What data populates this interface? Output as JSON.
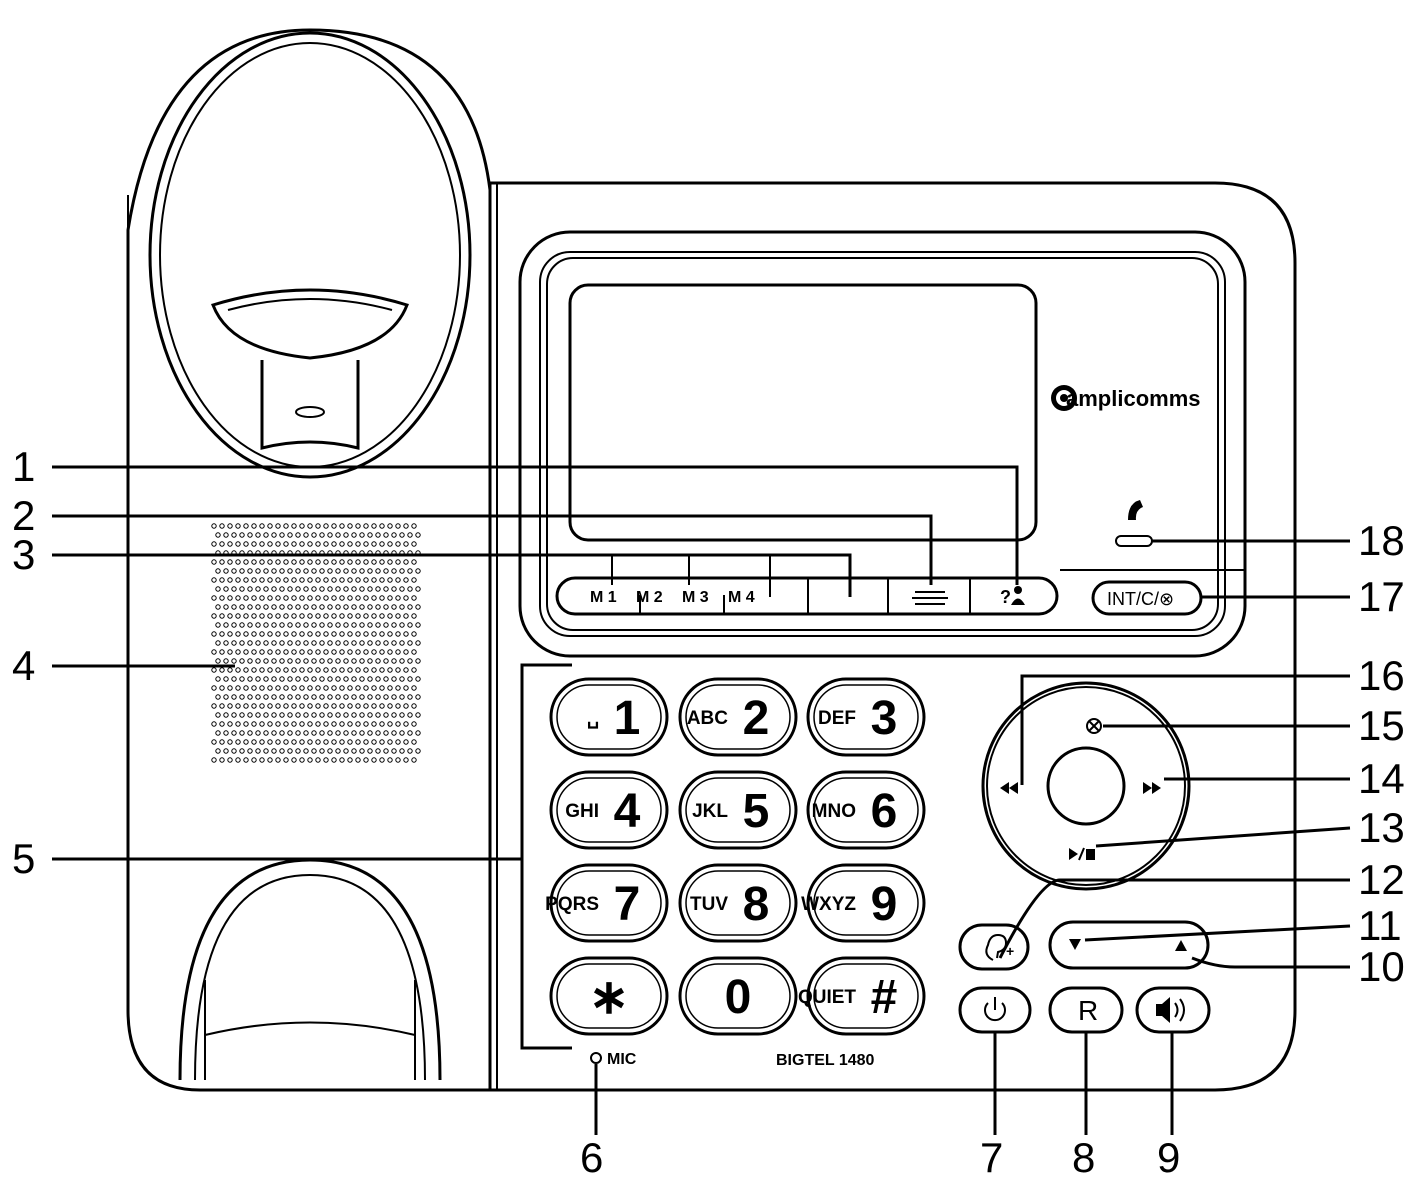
{
  "brand": {
    "logo_text": "amplicomms",
    "model_text": "BIGTEL 1480",
    "mic_label": "MIC"
  },
  "memory_keys": [
    "M 1",
    "M 2",
    "M 3",
    "M 4"
  ],
  "int_key_label": "INT/C/⊗",
  "r_key_label": "R",
  "keypad": [
    {
      "digit": "1",
      "letters": "␣"
    },
    {
      "digit": "2",
      "letters": "ABC"
    },
    {
      "digit": "3",
      "letters": "DEF"
    },
    {
      "digit": "4",
      "letters": "GHI"
    },
    {
      "digit": "5",
      "letters": "JKL"
    },
    {
      "digit": "6",
      "letters": "MNO"
    },
    {
      "digit": "7",
      "letters": "PQRS"
    },
    {
      "digit": "8",
      "letters": "TUV"
    },
    {
      "digit": "9",
      "letters": "WXYZ"
    },
    {
      "digit": "∗",
      "letters": ""
    },
    {
      "digit": "0",
      "letters": ""
    },
    {
      "digit": "#",
      "letters": "QUIET"
    }
  ],
  "callouts": [
    "1",
    "2",
    "3",
    "4",
    "5",
    "6",
    "7",
    "8",
    "9",
    "10",
    "11",
    "12",
    "13",
    "14",
    "15",
    "16",
    "17",
    "18"
  ]
}
